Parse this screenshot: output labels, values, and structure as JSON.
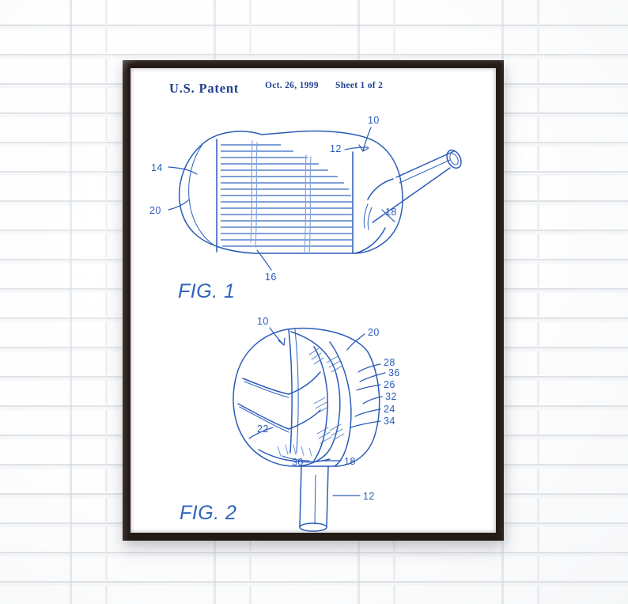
{
  "scene": {
    "kind": "framed-patent-print-on-white-brick-wall",
    "wall_color": "#fcfcfc",
    "frame_color": "#241a16",
    "poster_color": "#ffffff",
    "ink_color": "#2a5cb8",
    "header_color": "#1f3f8f"
  },
  "poster": {
    "header": {
      "title": "U.S. Patent",
      "date": "Oct. 26, 1999",
      "sheet": "Sheet 1 of 2"
    },
    "figures": [
      {
        "caption": "FIG. 1",
        "subject": "golf club head side elevation with grooved striking face and hosel",
        "reference_numerals": [
          {
            "label": "10",
            "meaning": "golf club assembly"
          },
          {
            "label": "12",
            "meaning": "shaft / hosel"
          },
          {
            "label": "14",
            "meaning": "toe / upper crown edge"
          },
          {
            "label": "16",
            "meaning": "face grooves"
          },
          {
            "label": "18",
            "meaning": "sole"
          },
          {
            "label": "20",
            "meaning": "heel"
          }
        ]
      },
      {
        "caption": "FIG. 2",
        "subject": "golf club head perspective view showing segmented face panels and shaft",
        "reference_numerals": [
          {
            "label": "10",
            "meaning": "golf club assembly"
          },
          {
            "label": "20",
            "meaning": "crown edge"
          },
          {
            "label": "28",
            "meaning": "upper insert panel"
          },
          {
            "label": "36",
            "meaning": "upper hatched band"
          },
          {
            "label": "26",
            "meaning": "mid insert panel"
          },
          {
            "label": "32",
            "meaning": "rear rib"
          },
          {
            "label": "24",
            "meaning": "lower insert panel"
          },
          {
            "label": "34",
            "meaning": "lower hatched band"
          },
          {
            "label": "22",
            "meaning": "striking face"
          },
          {
            "label": "30",
            "meaning": "sole transition"
          },
          {
            "label": "18",
            "meaning": "sole"
          },
          {
            "label": "12",
            "meaning": "shaft"
          }
        ]
      }
    ]
  }
}
